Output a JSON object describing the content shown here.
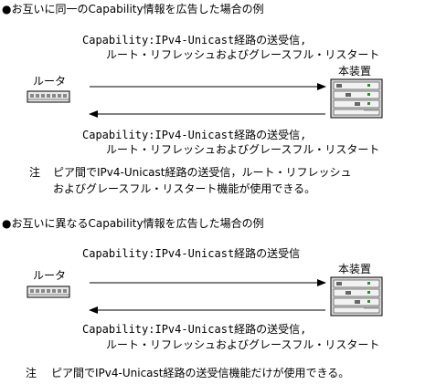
{
  "sections": [
    {
      "heading": "●お互いに同一のCapability情報を広告した場合の例",
      "router_label": "ルータ",
      "device_label": "本装置",
      "forward_line1": "Capability:IPv4-Unicast経路の送受信,",
      "forward_line2": "ルート・リフレッシュおよびグレースフル・リスタート",
      "reverse_line1": "Capability:IPv4-Unicast経路の送受信,",
      "reverse_line2": "ルート・リフレッシュおよびグレースフル・リスタート",
      "note_label": "注",
      "note_line1": "ピア間でIPv4-Unicast経路の送受信，ルート・リフレッシュ",
      "note_line2": "およびグレースフル・リスタート機能が使用できる。"
    },
    {
      "heading": "●お互いに異なるCapability情報を広告した場合の例",
      "router_label": "ルータ",
      "device_label": "本装置",
      "forward_line1": "Capability:IPv4-Unicast経路の送受信",
      "reverse_line1": "Capability:IPv4-Unicast経路の送受信,",
      "reverse_line2": "ルート・リフレッシュおよびグレースフル・リスタート",
      "note_label": "注",
      "note_line1": "ピア間でIPv4-Unicast経路の送受信機能だけが使用できる。"
    }
  ]
}
